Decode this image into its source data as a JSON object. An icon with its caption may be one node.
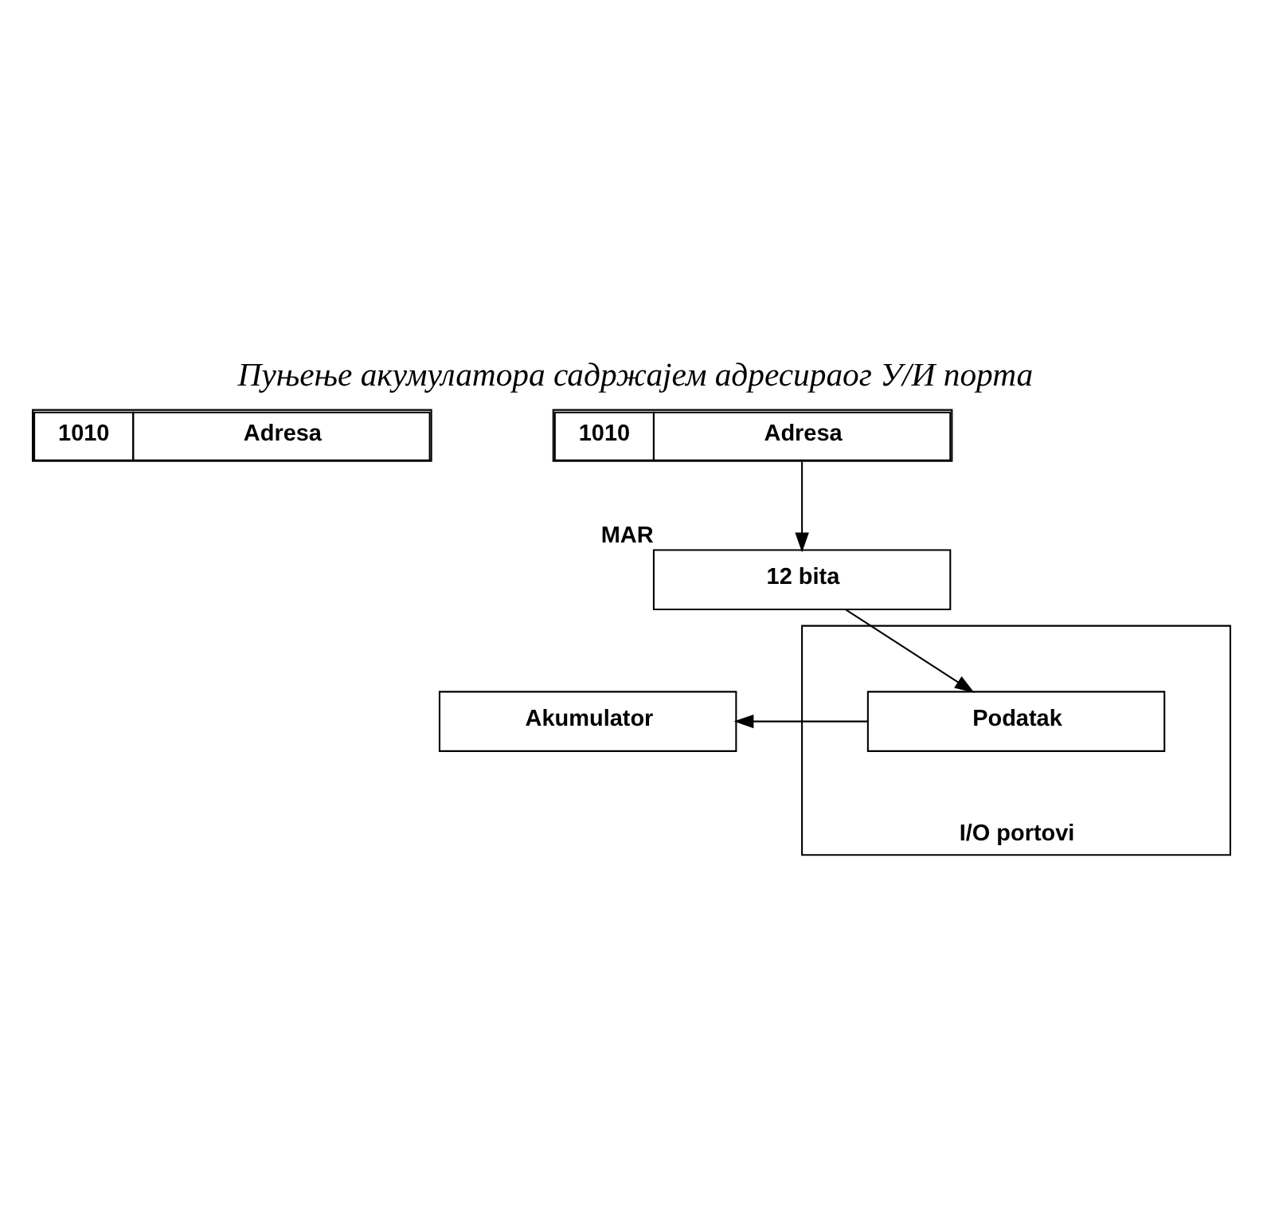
{
  "diagram": {
    "title": "Пуњење акумулатора садржајем адресираог У/И порта",
    "nodes": [
      {
        "text": [
          "1010",
          "Adresa"
        ]
      },
      {
        "text": [
          "1010",
          "Adresa"
        ]
      },
      {
        "text": [
          "12 bita"
        ],
        "beside": [
          "MAR"
        ]
      },
      {
        "text": [],
        "shape": "box",
        "beside": [
          "I/O portovi"
        ]
      },
      {
        "text": [
          "Podatak"
        ],
        "in": 3
      },
      {
        "text": [
          "Akumulator"
        ]
      }
    ],
    "edges": [
      {
        "from": 1,
        "to": 2,
        "arrow": "to"
      },
      {
        "from": 2,
        "to": 4,
        "arrow": "to"
      },
      {
        "from": 4,
        "to": 5,
        "arrow": "to"
      }
    ]
  }
}
